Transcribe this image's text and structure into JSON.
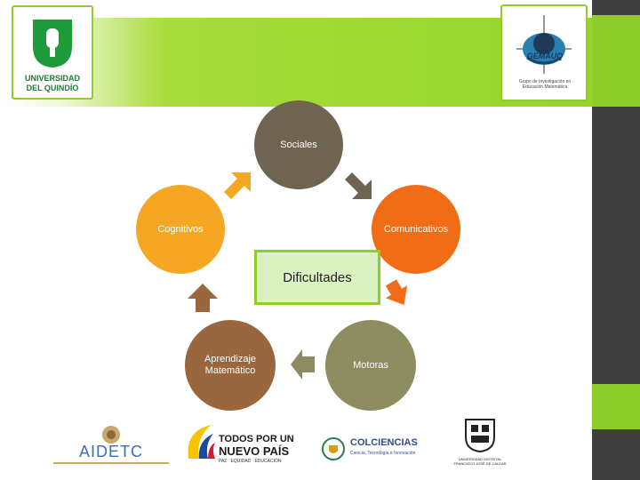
{
  "diagram": {
    "nodes": {
      "sociales": "Sociales",
      "cognitivos": "Cognitivos",
      "comunicativos": "Comunicativos",
      "aprendizaje": "Aprendizaje Matemático",
      "motoras": "Motoras"
    },
    "center": "Dificultades"
  },
  "logos": {
    "universidad_line1": "UNIVERSIDAD",
    "universidad_line2": "DEL QUINDÍO",
    "gemauq": "GEMAUQ",
    "gemauq_caption": "Grupo de Investigación en Educación Matemática",
    "aidetc": "AIDETC",
    "todos_line1": "TODOS POR UN",
    "todos_line2": "NUEVO PAÍS",
    "todos_line3": "PAZ   EQUIDAD   EDUCACIÓN",
    "colciencias": "COLCIENCIAS",
    "colciencias_sub": "Ciencia, Tecnología e Innovación",
    "distrital_caption": "UNIVERSIDAD DISTRITAL FRANCISCO JOSÉ DE CALDAS"
  },
  "colors": {
    "green": "#8fce2a",
    "dark_side": "#3f3f3f",
    "sociales": "#6e6451",
    "cognitivos": "#f5a623",
    "comunicativos": "#f26c17",
    "aprendizaje": "#99663d",
    "motoras": "#8c8c60",
    "center_fill": "#dcf1c2"
  }
}
